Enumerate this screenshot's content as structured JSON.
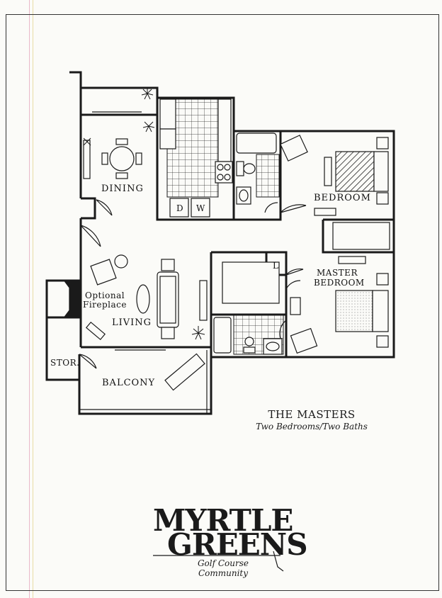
{
  "rooms": {
    "dining": "DINING",
    "bedroom": "BEDROOM",
    "master_bedroom_1": "MASTER",
    "master_bedroom_2": "BEDROOM",
    "fireplace_1": "Optional",
    "fireplace_2": "Fireplace",
    "living": "LIVING",
    "storage": "STOR.",
    "balcony": "BALCONY",
    "dishwasher_d": "D",
    "dishwasher_w": "W",
    "laundry": "L"
  },
  "plan": {
    "title": "THE MASTERS",
    "subtitle": "Two Bedrooms/Two Baths"
  },
  "logo": {
    "line1": "MYRTLE",
    "line2": "GREENS",
    "tagline": "Golf Course Community"
  },
  "colors": {
    "ink": "#1a1a1a",
    "paper": "#fbfbf8",
    "margin_pink": "#e9b9c9",
    "margin_yellow": "#e8dca6"
  }
}
